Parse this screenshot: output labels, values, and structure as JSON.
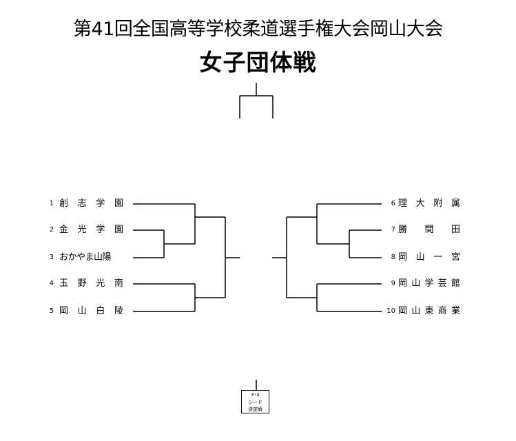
{
  "title": "第41回全国高等学校柔道選手権大会岡山大会",
  "subtitle": "女子団体戦",
  "left_teams": [
    {
      "num": "1",
      "name": "創志学園"
    },
    {
      "num": "2",
      "name": "金光学園"
    },
    {
      "num": "3",
      "name": "おかやま山陽"
    },
    {
      "num": "4",
      "name": "玉野光南"
    },
    {
      "num": "5",
      "name": "岡山白陵"
    }
  ],
  "right_teams": [
    {
      "num": "6",
      "name": "理大附属"
    },
    {
      "num": "7",
      "name": "勝間田"
    },
    {
      "num": "8",
      "name": "岡山一宮"
    },
    {
      "num": "9",
      "name": "岡山学芸館"
    },
    {
      "num": "10",
      "name": "岡山東商業"
    }
  ],
  "seed_match": {
    "line1": "3･4",
    "line2": "シード",
    "line3": "決定戦"
  }
}
